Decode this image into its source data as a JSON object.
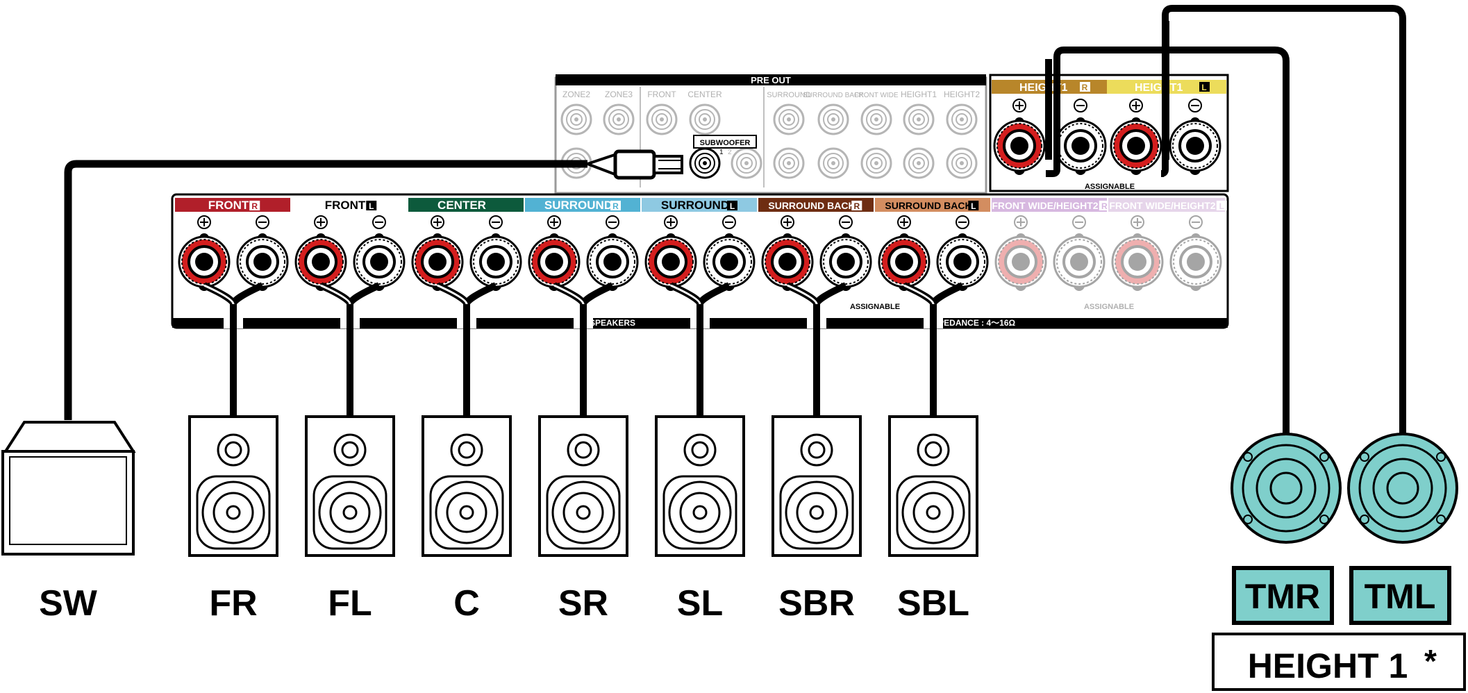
{
  "colors": {
    "front_r": "#b11f2a",
    "front_l": "#ffffff",
    "center": "#0d5a3c",
    "surround_r": "#52b2d3",
    "surround_l": "#8ec9e2",
    "surround_back_r": "#6e2d12",
    "surround_back_l": "#d38d60",
    "front_wide_r": "#d7b8e0",
    "front_wide_l": "#e6d5ea",
    "height1_r": "#b8862a",
    "height1_l": "#ecdc5b",
    "terminal_red": "#d41e1e",
    "tm_speaker": "#7fcfcb",
    "grey_jack": "#b5b5b5"
  },
  "preout": {
    "title": "PRE OUT",
    "labels": [
      "ZONE2",
      "ZONE3",
      "FRONT",
      "CENTER",
      "SURROUND",
      "SURROUND BACK",
      "FRONT WIDE",
      "HEIGHT1",
      "HEIGHT2"
    ],
    "subwoofer_label": "SUBWOOFER",
    "sub_numbers": [
      "1",
      "2"
    ]
  },
  "height_block": {
    "labels": [
      "HEIGHT1",
      "HEIGHT1"
    ],
    "lr": [
      "R",
      "L"
    ],
    "assignable": "ASSIGNABLE"
  },
  "speaker_block": {
    "channels": [
      {
        "name": "FRONT",
        "lr": "R"
      },
      {
        "name": "FRONT",
        "lr": "L"
      },
      {
        "name": "CENTER",
        "lr": ""
      },
      {
        "name": "SURROUND",
        "lr": "R"
      },
      {
        "name": "SURROUND",
        "lr": "L"
      },
      {
        "name": "SURROUND BACK",
        "lr": "R"
      },
      {
        "name": "SURROUND BACK",
        "lr": "L"
      },
      {
        "name": "FRONT WIDE/HEIGHT2",
        "lr": "R"
      },
      {
        "name": "FRONT WIDE/HEIGHT2",
        "lr": "L"
      }
    ],
    "assignable_1": "ASSIGNABLE",
    "assignable_2": "ASSIGNABLE",
    "speakers": "SPEAKERS",
    "impedance": "IMPEDANCE : 4～16Ω"
  },
  "speakers": {
    "sw": "SW",
    "fr": "FR",
    "fl": "FL",
    "c": "C",
    "sr": "SR",
    "sl": "SL",
    "sbr": "SBR",
    "sbl": "SBL",
    "tmr": "TMR",
    "tml": "TML"
  },
  "height_caption": "HEIGHT 1",
  "asterisk": "*"
}
